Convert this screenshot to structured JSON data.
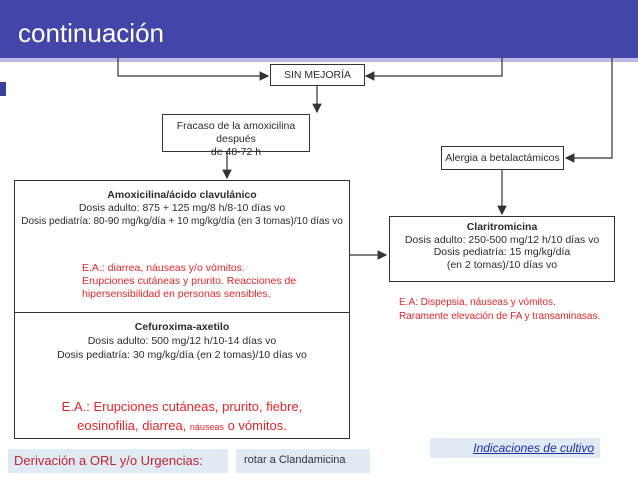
{
  "slide": {
    "title": "continuación"
  },
  "flow": {
    "sin_mejoria": "SIN MEJORÍA",
    "fracaso": [
      "Fracaso de la amoxicilina después",
      "de 48-72 h"
    ],
    "alergia": "Alergia a betalactámicos",
    "amoxi": {
      "heading": "Amoxicilina/ácido clavulánico",
      "dose_adult": "Dosis adulto: 875 + 125 mg/8 h/8-10 días vo",
      "dose_ped": "Dosis pediatría: 80-90 mg/kg/día + 10 mg/kg/día (en 3 tomas)/10 días vo",
      "ea": [
        "E.A.: diarrea, náuseas y/o vómitos.",
        "Erupciones cutáneas y prurito. Reacciones de",
        "hipersensibilidad en personas sensibles."
      ]
    },
    "cefu": {
      "heading": "Cefuroxima-axetilo",
      "dose_adult": "Dosis adulto: 500 mg/12 h/10-14 días vo",
      "dose_ped": "Dosis pediatría: 30 mg/kg/día (en 2 tomas)/10 días vo",
      "ea_1": "E.A.: Erupciones cutáneas, prurito, fiebre,",
      "ea_2a": "eosinofilia, diarrea,",
      "ea_2b": "náuseas",
      "ea_2c": "o vómitos."
    },
    "clari": {
      "heading": "Claritromicina",
      "dose_adult": "Dosis adulto: 250-500 mg/12 h/10 días vo",
      "dose_ped_1": "Dosis pediatría: 15 mg/kg/día",
      "dose_ped_2": "(en 2 tomas)/10 días vo",
      "ea": [
        "E.A: Dispepsia, náuseas y vómitos.",
        "Raramente elevación de FA y  transaminasas."
      ]
    }
  },
  "footer": {
    "derivacion": "Derivación a ORL y/o Urgencias:",
    "rotar": "rotar a  Clandamicina",
    "indicaciones": "Indicaciones de cultivo"
  },
  "colors": {
    "title_bar": "#4346a8",
    "red_text": "#e0262a",
    "footer_box": "#dfeaf5"
  }
}
